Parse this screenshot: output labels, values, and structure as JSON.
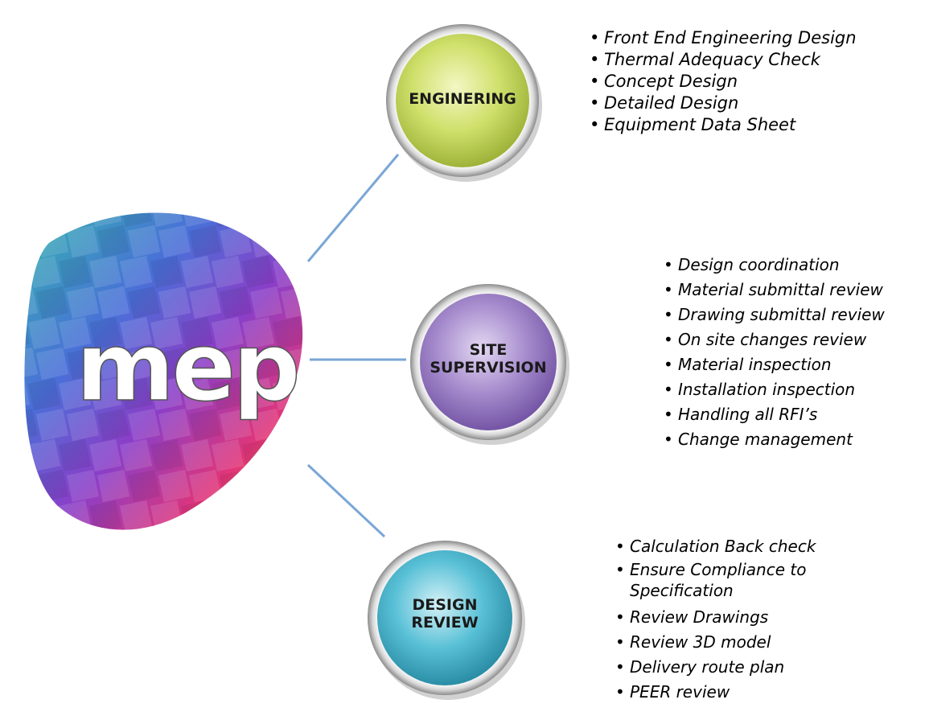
{
  "logo": {
    "text": "mep"
  },
  "colors": {
    "engineering": "#cfe06a",
    "site_supervision": "#9b7fc4",
    "design_review": "#4cb8cf",
    "connector": "#7aa6d6"
  },
  "nodes": [
    {
      "label": "ENGINERING",
      "items": [
        "Front End Engineering Design",
        "Thermal Adequacy Check",
        "Concept Design",
        "Detailed Design",
        "Equipment Data Sheet"
      ]
    },
    {
      "label": "SITE\nSUPERVISION",
      "items": [
        "Design coordination",
        "Material submittal review",
        "Drawing submittal review",
        "On site changes review",
        "Material inspection",
        "Installation inspection",
        "Handling all RFI’s",
        "Change management"
      ]
    },
    {
      "label": "DESIGN\nREVIEW",
      "items": [
        "Calculation Back check",
        "Ensure Compliance to Specification",
        "Review Drawings",
        "Review 3D model",
        "Delivery route plan",
        "PEER review"
      ]
    }
  ]
}
